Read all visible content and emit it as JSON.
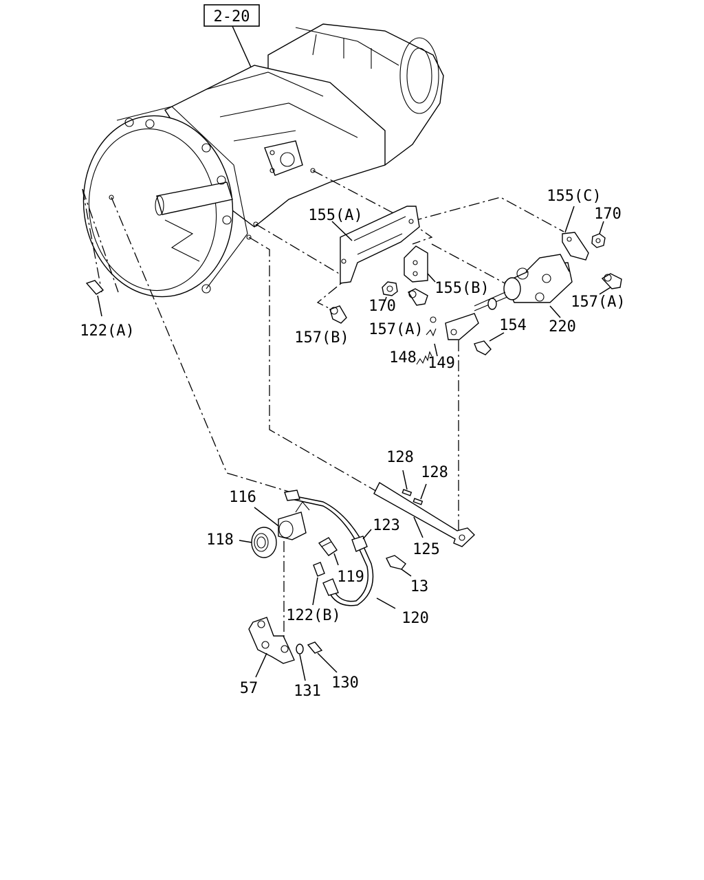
{
  "diagram": {
    "ref_box": "2-20",
    "labels": {
      "l_155c": "155(C)",
      "l_170a": "170",
      "l_155a": "155(A)",
      "l_155b": "155(B)",
      "l_170b": "170",
      "l_157a1": "157(A)",
      "l_157a2": "157(A)",
      "l_220": "220",
      "l_154": "154",
      "l_157b": "157(B)",
      "l_122a": "122(A)",
      "l_148": "148",
      "l_149": "149",
      "l_128a": "128",
      "l_128b": "128",
      "l_116": "116",
      "l_118": "118",
      "l_123": "123",
      "l_125": "125",
      "l_119": "119",
      "l_13": "13",
      "l_122b": "122(B)",
      "l_120": "120",
      "l_57": "57",
      "l_131": "131",
      "l_130": "130"
    }
  }
}
